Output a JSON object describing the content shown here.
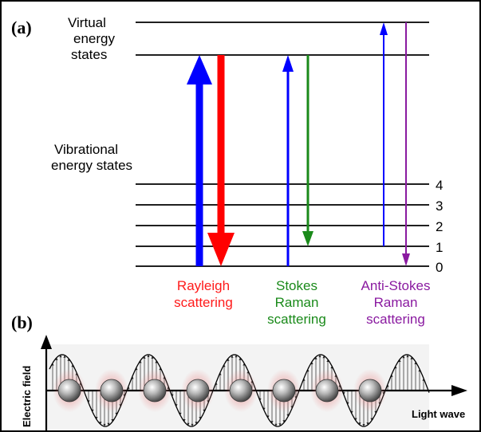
{
  "panel_a": {
    "label": "(a)",
    "virtual_label": [
      "Virtual",
      "energy",
      "states"
    ],
    "vibrational_label": [
      "Vibrational",
      "energy states"
    ],
    "level_numbers": [
      "4",
      "3",
      "2",
      "1",
      "0"
    ],
    "groups": [
      {
        "name": "rayleigh",
        "lines": [
          "Rayleigh",
          "scattering"
        ],
        "color": "#ff1a1a"
      },
      {
        "name": "stokes",
        "lines": [
          "Stokes",
          "Raman",
          "scattering"
        ],
        "color": "#1a8a1a"
      },
      {
        "name": "anti-stokes",
        "lines": [
          "Anti-Stokes",
          "Raman",
          "scattering"
        ],
        "color": "#8a1aa0"
      }
    ],
    "colors": {
      "excitation": "#0000ff",
      "rayleigh": "#ff0000",
      "stokes": "#1a8a1a",
      "anti_stokes": "#8a1aa0"
    }
  },
  "panel_b": {
    "label": "(b)",
    "y_axis_label": "Electric field",
    "x_axis_label": "Light wave"
  }
}
